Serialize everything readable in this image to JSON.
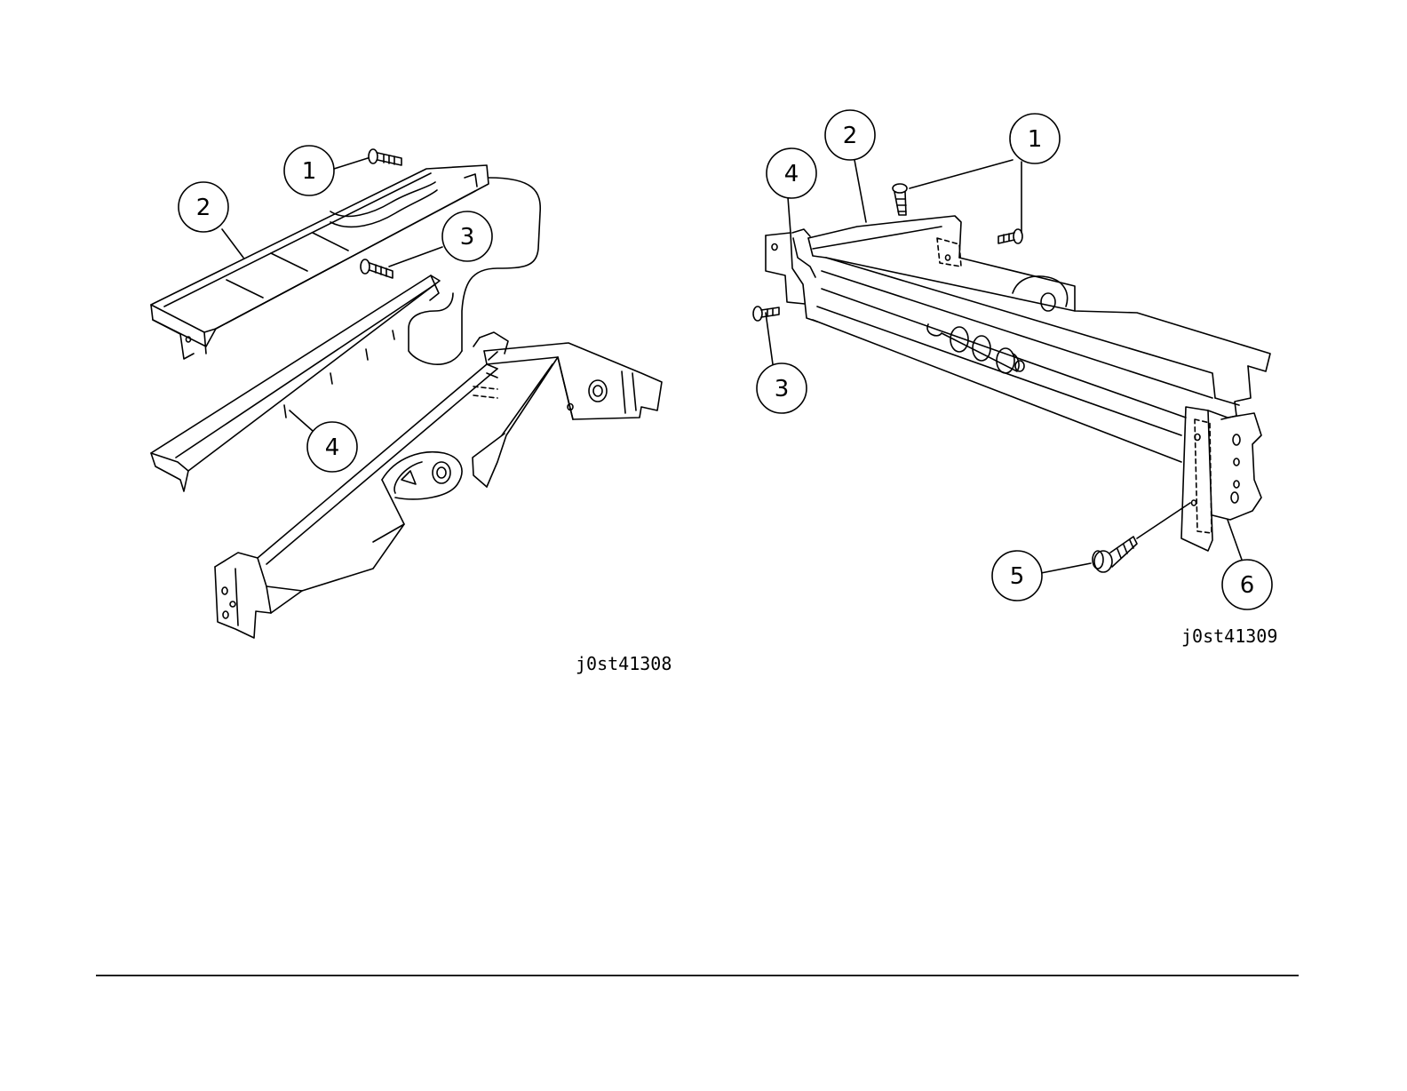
{
  "figure_left": {
    "id": "j0st41308",
    "callouts": [
      "1",
      "2",
      "3",
      "4"
    ]
  },
  "figure_right": {
    "id": "j0st41309",
    "callouts": [
      "1",
      "2",
      "3",
      "4",
      "5",
      "6"
    ]
  },
  "colors": {
    "line": "#000000",
    "background": "#ffffff"
  }
}
